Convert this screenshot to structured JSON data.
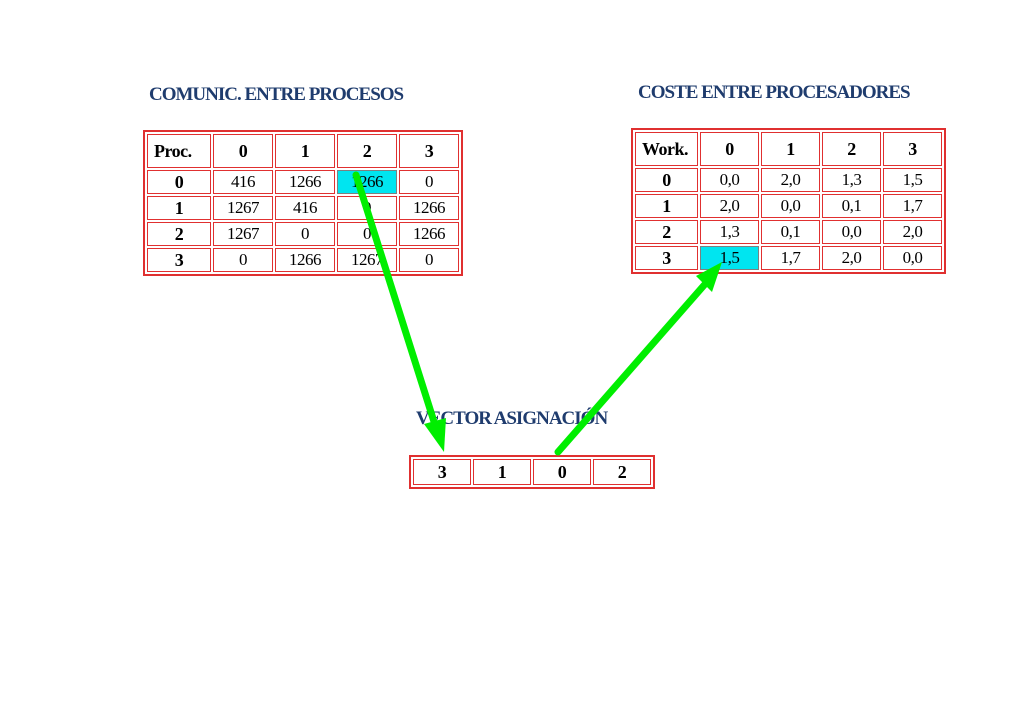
{
  "comm_table": {
    "title": "COMUNIC.  ENTRE PROCESOS",
    "corner": "Proc.",
    "col_headers": [
      "0",
      "1",
      "2",
      "3"
    ],
    "row_headers": [
      "0",
      "1",
      "2",
      "3"
    ],
    "rows": [
      [
        "416",
        "1266",
        "1266",
        "0"
      ],
      [
        "1267",
        "416",
        "0",
        "1266"
      ],
      [
        "1267",
        "0",
        "0",
        "1266"
      ],
      [
        "0",
        "1266",
        "1267",
        "0"
      ]
    ],
    "highlight": {
      "row": 0,
      "col": 2
    }
  },
  "cost_table": {
    "title": "COSTE ENTRE PROCESADORES",
    "corner": "Work.",
    "col_headers": [
      "0",
      "1",
      "2",
      "3"
    ],
    "row_headers": [
      "0",
      "1",
      "2",
      "3"
    ],
    "rows": [
      [
        "0,0",
        "2,0",
        "1,3",
        "1,5"
      ],
      [
        "2,0",
        "0,0",
        "0,1",
        "1,7"
      ],
      [
        "1,3",
        "0,1",
        "0,0",
        "2,0"
      ],
      [
        "1,5",
        "1,7",
        "2,0",
        "0,0"
      ]
    ],
    "highlight": {
      "row": 3,
      "col": 0
    }
  },
  "vector": {
    "title": "VECTOR  ASIGNACIÓN",
    "values": [
      "3",
      "1",
      "0",
      "2"
    ]
  },
  "colors": {
    "border": "#e03030",
    "highlight": "#00e5f0",
    "arrow": "#00ee00",
    "title": "#1f3c6e"
  }
}
